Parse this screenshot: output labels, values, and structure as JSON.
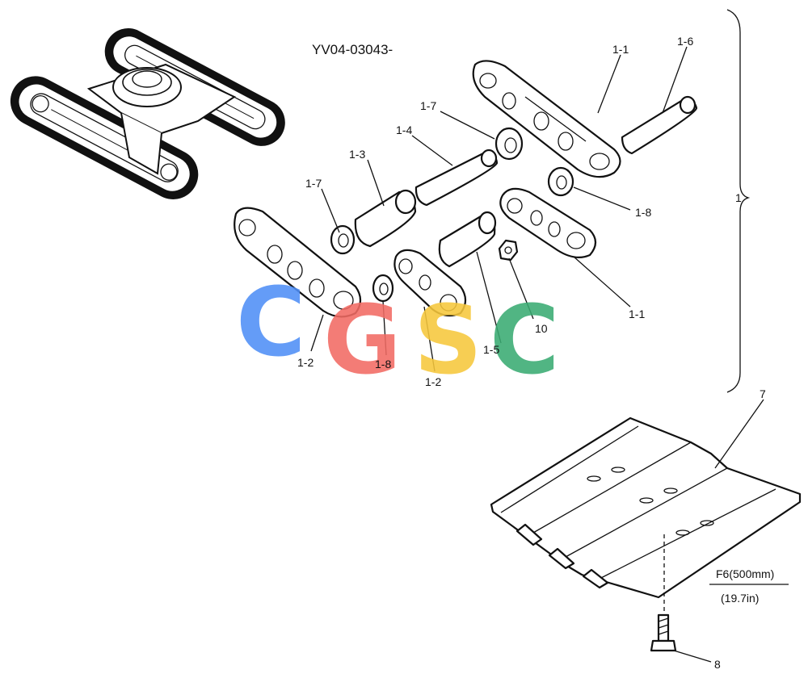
{
  "diagram": {
    "code": "YV04-03043-",
    "labels": {
      "l11a": "1-1",
      "l16": "1-6",
      "l17a": "1-7",
      "l14": "1-4",
      "l13": "1-3",
      "l17b": "1-7",
      "l18a": "1-8",
      "l11b": "1-1",
      "l10": "10",
      "l12a": "1-2",
      "l18b": "1-8",
      "l12b": "1-2",
      "l15": "1-5",
      "l1": "1",
      "l7": "7",
      "l8": "8"
    },
    "dimension": {
      "metric": "F6(500mm)",
      "imperial": "(19.7in)"
    },
    "watermark": {
      "letters": [
        "C",
        "G",
        "S",
        "C"
      ],
      "colors": [
        "#4f8ff7",
        "#f26b64",
        "#f7c83c",
        "#3aab72"
      ]
    }
  }
}
